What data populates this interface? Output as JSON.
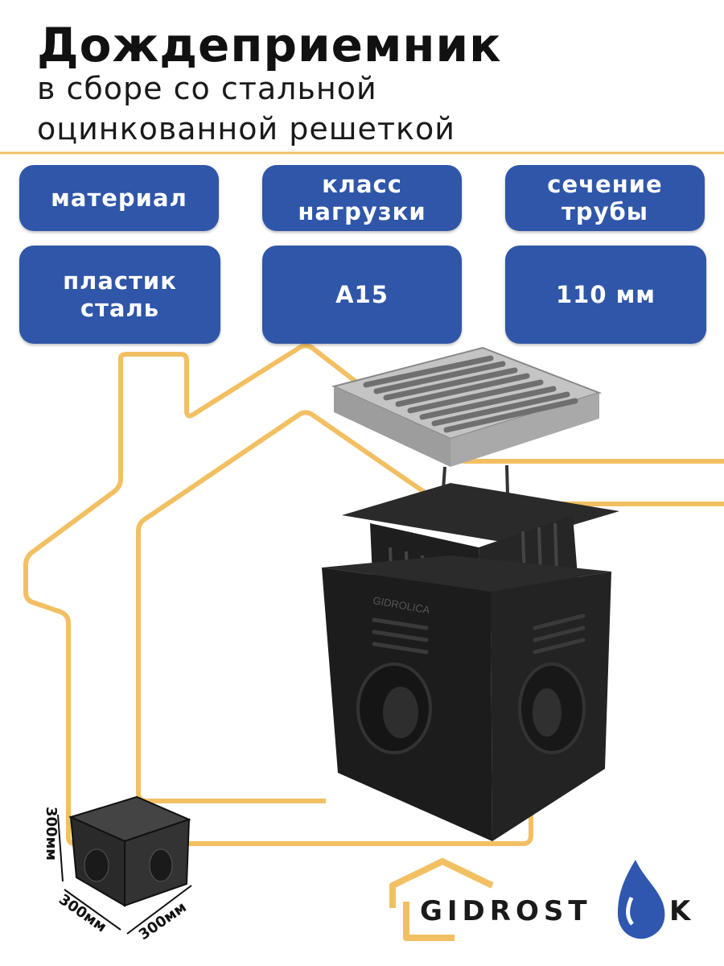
{
  "header": {
    "title": "Дождеприемник",
    "subtitle_line1": "в сборе со стальной",
    "subtitle_line2": "оцинкованной решеткой"
  },
  "specs": [
    {
      "label": "материал",
      "value": "пластик\nсталь"
    },
    {
      "label": "класс\nнагрузки",
      "value": "А15"
    },
    {
      "label": "сечение\nтрубы",
      "value": "110 мм"
    }
  ],
  "product": {
    "body_brand_text": "GIDROLICA"
  },
  "dimensions": {
    "height": "300мм",
    "depth": "300мм",
    "width": "300мм"
  },
  "logo": {
    "text_left": "GIDROST",
    "text_right": "K"
  },
  "colors": {
    "accent_orange": "#f2c063",
    "spec_blue": "#2f56a8",
    "product_black": "#1c1c1c",
    "grate_gray": "#b9b9b9",
    "logo_blue": "#2f57b0"
  }
}
